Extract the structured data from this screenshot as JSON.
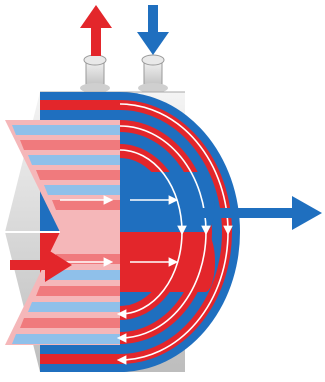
{
  "diagram": {
    "kind": "spiral heat exchanger cutaway",
    "colors": {
      "hot": "#e3262b",
      "hot_light": "#f08a8d",
      "cold": "#1f6fbf",
      "cold_light": "#8fc0ea",
      "shell_gray": "#d8d8d8",
      "shell_gray_dark": "#9a9a9a",
      "background": "#ffffff",
      "flow_lines": "#ffffff"
    },
    "icons": [
      "hot-outlet-arrow-icon",
      "cold-inlet-arrow-icon",
      "hot-inlet-arrow-icon",
      "cold-outlet-arrow-icon"
    ],
    "flows": [
      {
        "medium": "hot",
        "role": "inlet",
        "direction": "right"
      },
      {
        "medium": "hot",
        "role": "outlet",
        "direction": "up"
      },
      {
        "medium": "cold",
        "role": "inlet",
        "direction": "down"
      },
      {
        "medium": "cold",
        "role": "outlet",
        "direction": "right"
      }
    ]
  }
}
